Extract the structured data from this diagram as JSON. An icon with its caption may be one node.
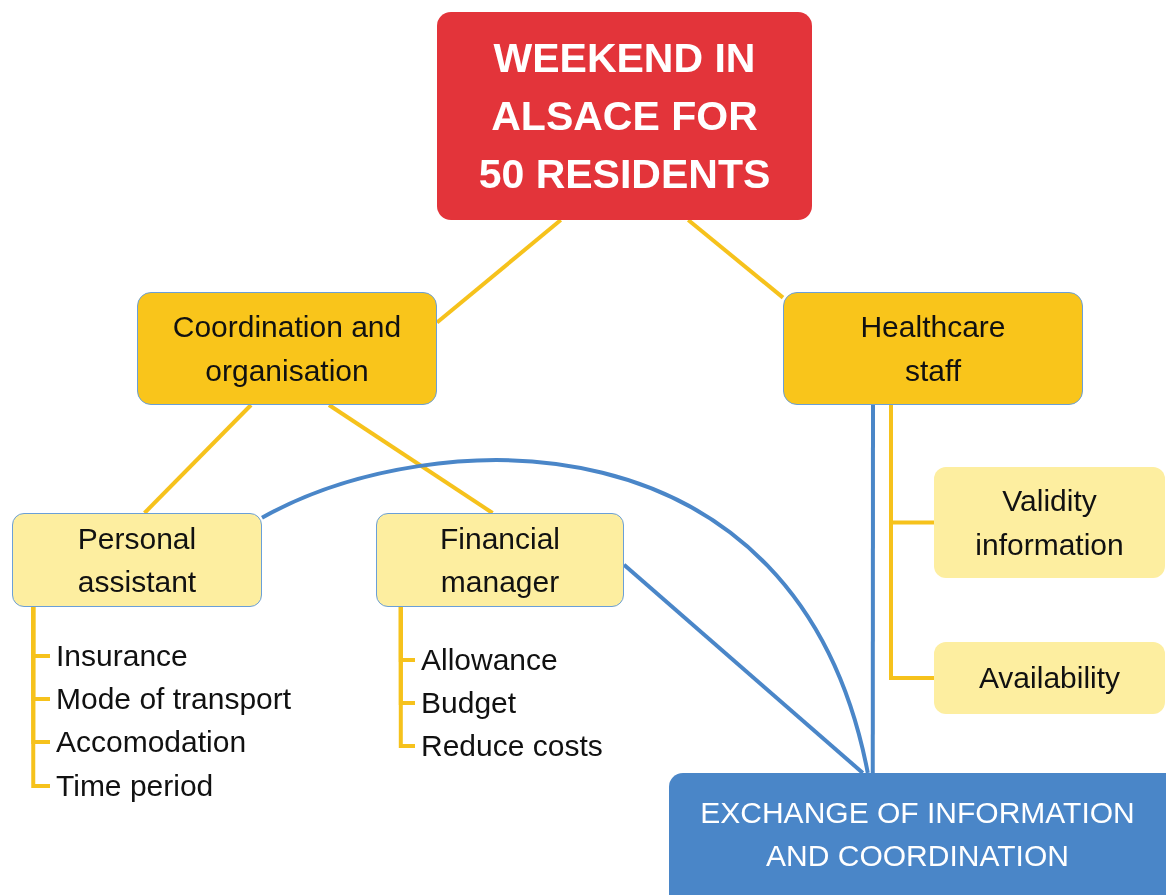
{
  "diagram": {
    "nodes": [
      {
        "text": [
          "WEEKEND IN ALSACE FOR 50 RESIDENTS"
        ]
      },
      {
        "text": [
          "Coordination and organisation"
        ]
      },
      {
        "text": [
          "Healthcare staff"
        ]
      },
      {
        "text": [
          "Personal assistant"
        ]
      },
      {
        "text": [
          "Financial manager"
        ]
      },
      {
        "text": [
          "Validity information"
        ]
      },
      {
        "text": [
          "Availability"
        ]
      },
      {
        "text": [
          "Insurance"
        ]
      },
      {
        "text": [
          "Mode of transport"
        ]
      },
      {
        "text": [
          "Accomodation"
        ]
      },
      {
        "text": [
          "Time period"
        ]
      },
      {
        "text": [
          "Allowance"
        ]
      },
      {
        "text": [
          "Budget"
        ]
      },
      {
        "text": [
          "Reduce costs"
        ]
      },
      {
        "text": [
          "EXCHANGE OF INFORMATION AND COORDINATION"
        ]
      }
    ],
    "edges": [
      {
        "from": 0,
        "to": 1,
        "arrow": "none"
      },
      {
        "from": 0,
        "to": 2,
        "arrow": "none"
      },
      {
        "from": 1,
        "to": 3,
        "arrow": "none"
      },
      {
        "from": 1,
        "to": 4,
        "arrow": "none"
      },
      {
        "from": 2,
        "to": 5,
        "arrow": "none"
      },
      {
        "from": 2,
        "to": 6,
        "arrow": "none"
      },
      {
        "from": 3,
        "to": 7,
        "arrow": "none"
      },
      {
        "from": 3,
        "to": 8,
        "arrow": "none"
      },
      {
        "from": 3,
        "to": 9,
        "arrow": "none"
      },
      {
        "from": 3,
        "to": 10,
        "arrow": "none"
      },
      {
        "from": 4,
        "to": 11,
        "arrow": "none"
      },
      {
        "from": 4,
        "to": 12,
        "arrow": "none"
      },
      {
        "from": 4,
        "to": 13,
        "arrow": "none"
      },
      {
        "from": 3,
        "to": 14,
        "arrow": "none",
        "color": "#4a86c8"
      },
      {
        "from": 4,
        "to": 14,
        "arrow": "none",
        "color": "#4a86c8"
      },
      {
        "from": 2,
        "to": 14,
        "arrow": "none",
        "color": "#4a86c8"
      }
    ]
  }
}
